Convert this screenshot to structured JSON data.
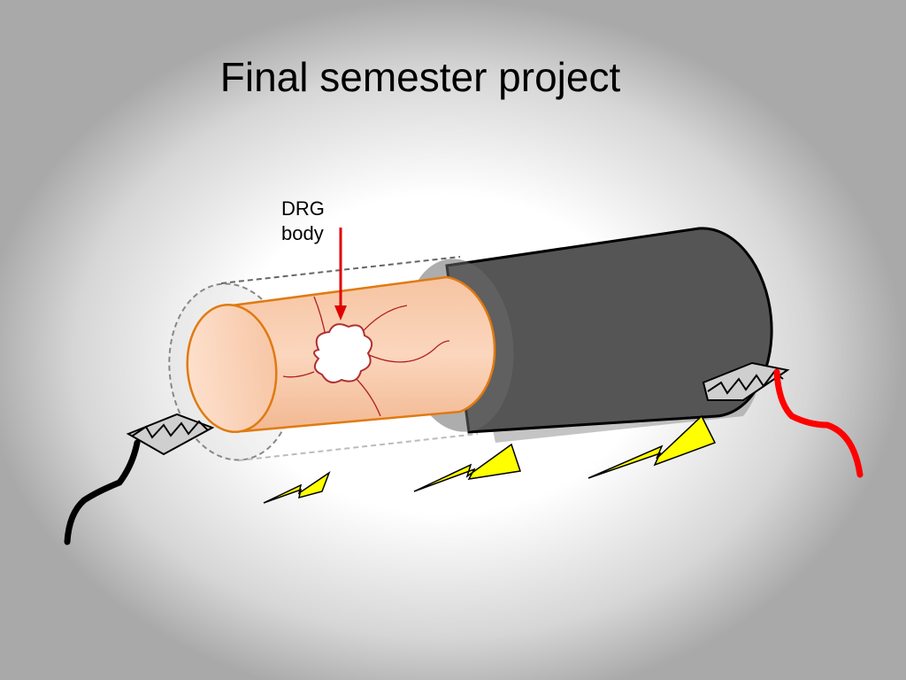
{
  "slide": {
    "title": "Final semester project"
  },
  "annotation": {
    "line1": "DRG",
    "line2": "body",
    "arrow_color": "#e00000"
  },
  "colors": {
    "tissue_fill": "#f9c9a8",
    "tissue_outline": "#e07a10",
    "sleeve_fill": "#555555",
    "bolt_fill": "#ffff00",
    "wire_left": "#000000",
    "wire_right": "#ff0000",
    "nerve_fiber": "#b02020"
  },
  "components": {
    "cell_body": "cell-body-cluster",
    "left_electrode": "electrode-clip",
    "right_electrode": "electrode-clip",
    "bolts": [
      "lightning-bolt-small",
      "lightning-bolt-medium",
      "lightning-bolt-large"
    ]
  }
}
